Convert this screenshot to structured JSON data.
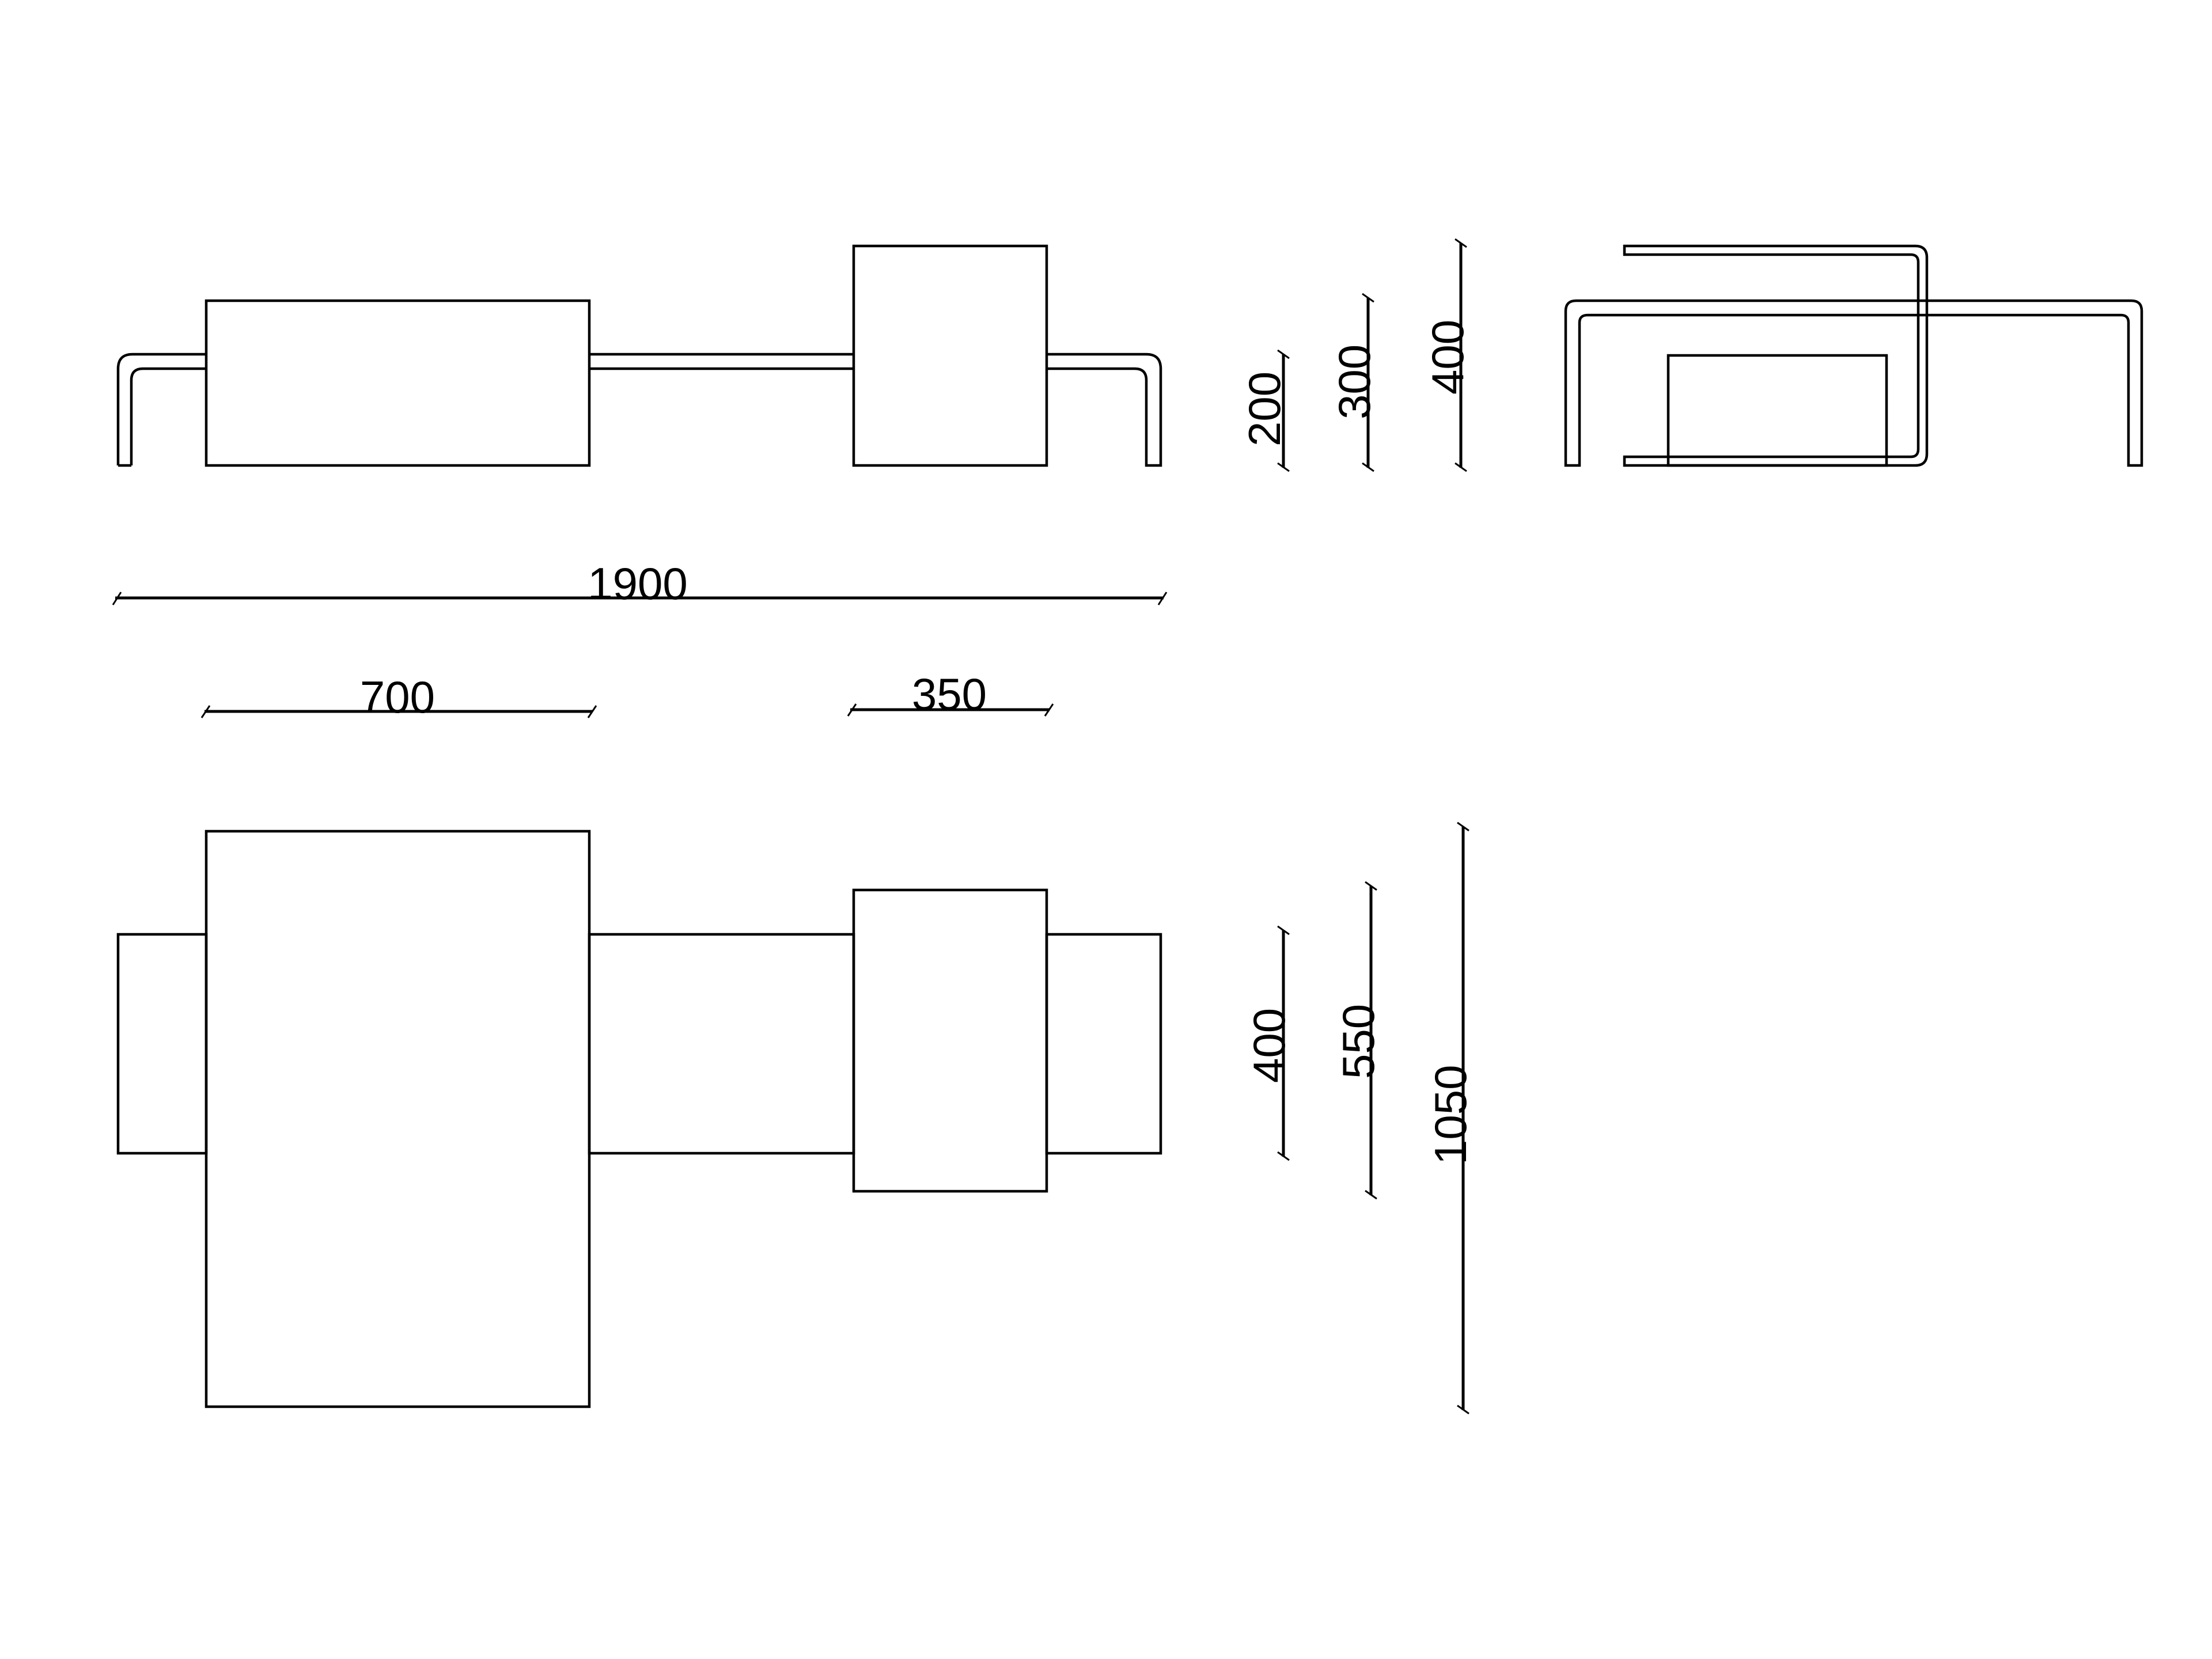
{
  "drawing": {
    "line_color": "#000000",
    "background": "#ffffff",
    "dimensions": {
      "front_overall_width": "1900",
      "front_block_heights": [
        "200",
        "300",
        "400"
      ],
      "plan_large_block_width": "700",
      "plan_small_block_width": "350",
      "plan_depths": [
        "400",
        "550",
        "1050"
      ]
    }
  }
}
